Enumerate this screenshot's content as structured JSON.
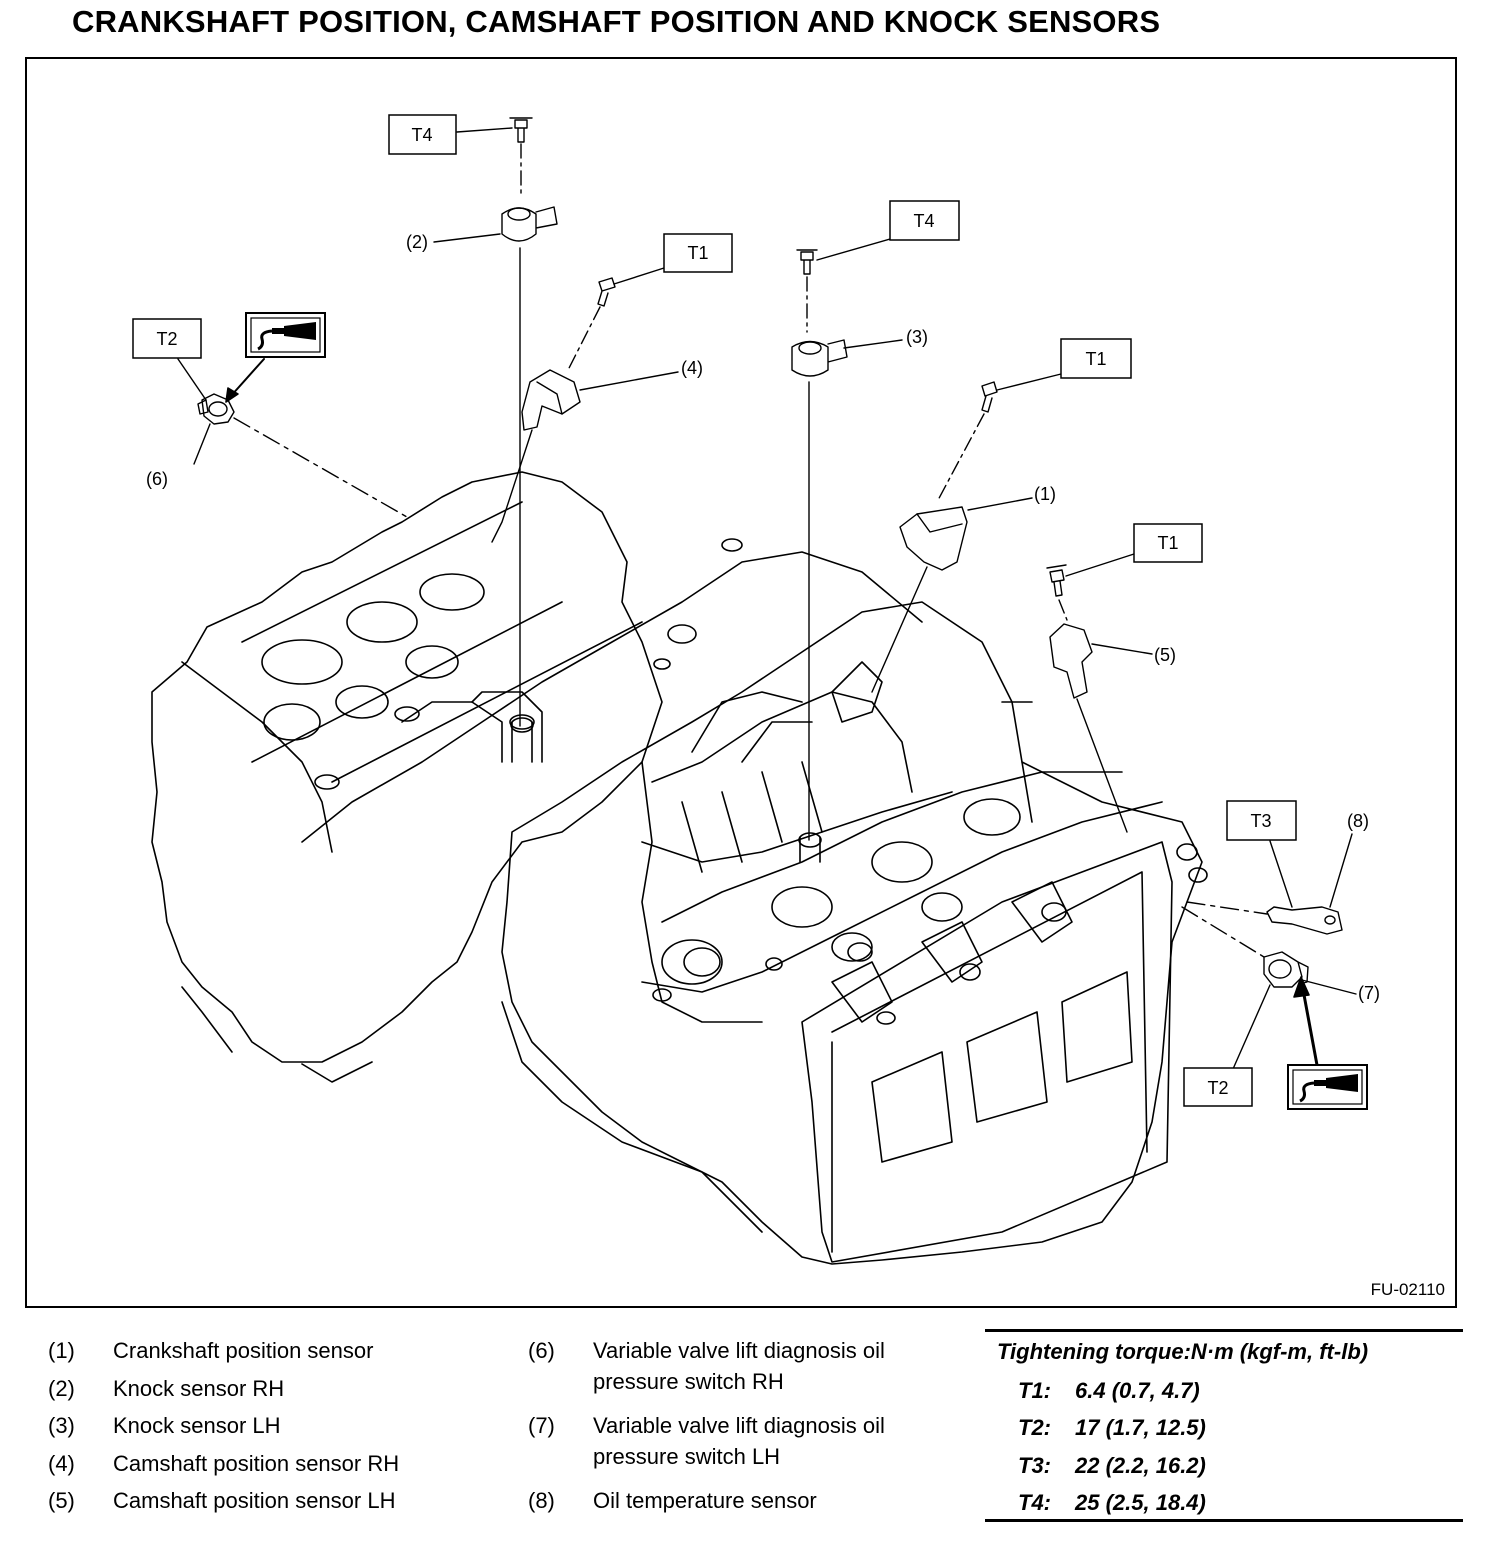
{
  "title": "CRANKSHAFT POSITION, CAMSHAFT POSITION AND KNOCK SENSORS",
  "figure_id": "FU-02110",
  "callouts": {
    "c1": "(1)",
    "c2": "(2)",
    "c3": "(3)",
    "c4": "(4)",
    "c5": "(5)",
    "c6": "(6)",
    "c7": "(7)",
    "c8": "(8)"
  },
  "torque_tags": {
    "t4a": "T4",
    "t4b": "T4",
    "t1a": "T1",
    "t1b": "T1",
    "t1c": "T1",
    "t2a": "T2",
    "t2b": "T2",
    "t3": "T3"
  },
  "legend": [
    {
      "num": "(1)",
      "text": "Crankshaft position sensor"
    },
    {
      "num": "(2)",
      "text": "Knock sensor RH"
    },
    {
      "num": "(3)",
      "text": "Knock sensor LH"
    },
    {
      "num": "(4)",
      "text": "Camshaft position sensor RH"
    },
    {
      "num": "(5)",
      "text": "Camshaft position sensor LH"
    },
    {
      "num": "(6)",
      "text": "Variable valve lift diagnosis oil",
      "text2": "pressure switch RH"
    },
    {
      "num": "(7)",
      "text": "Variable valve lift diagnosis oil",
      "text2": "pressure switch LH"
    },
    {
      "num": "(8)",
      "text": "Oil temperature sensor"
    }
  ],
  "torque": {
    "heading": "Tightening torque:N·m (kgf-m, ft-lb)",
    "rows": [
      {
        "key": "T1:",
        "value": "6.4 (0.7, 4.7)"
      },
      {
        "key": "T2:",
        "value": "17 (1.7, 12.5)"
      },
      {
        "key": "T3:",
        "value": "22 (2.2, 16.2)"
      },
      {
        "key": "T4:",
        "value": "25 (2.5, 18.4)"
      }
    ]
  },
  "icons": {
    "sealant": "liquid-gasket-icon"
  }
}
